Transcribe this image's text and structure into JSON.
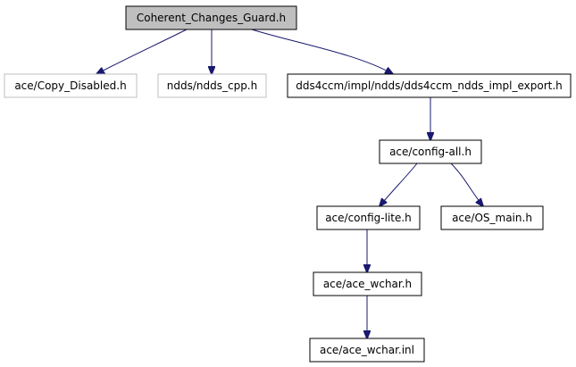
{
  "nodes": [
    {
      "id": "root",
      "label": "Coherent_Changes_Guard.h",
      "style": "root"
    },
    {
      "id": "copy_disabled",
      "label": "ace/Copy_Disabled.h",
      "style": "external"
    },
    {
      "id": "ndds_cpp",
      "label": "ndds/ndds_cpp.h",
      "style": "external"
    },
    {
      "id": "export",
      "label": "dds4ccm/impl/ndds/dds4ccm_ndds_impl_export.h",
      "style": "normal"
    },
    {
      "id": "config_all",
      "label": "ace/config-all.h",
      "style": "normal"
    },
    {
      "id": "config_lite",
      "label": "ace/config-lite.h",
      "style": "normal"
    },
    {
      "id": "os_main",
      "label": "ace/OS_main.h",
      "style": "normal"
    },
    {
      "id": "ace_wchar_h",
      "label": "ace/ace_wchar.h",
      "style": "normal"
    },
    {
      "id": "ace_wchar_inl",
      "label": "ace/ace_wchar.inl",
      "style": "normal"
    }
  ],
  "edges": [
    {
      "from": "root",
      "to": "copy_disabled"
    },
    {
      "from": "root",
      "to": "ndds_cpp"
    },
    {
      "from": "root",
      "to": "export"
    },
    {
      "from": "export",
      "to": "config_all"
    },
    {
      "from": "config_all",
      "to": "config_lite"
    },
    {
      "from": "config_all",
      "to": "os_main"
    },
    {
      "from": "config_lite",
      "to": "ace_wchar_h"
    },
    {
      "from": "ace_wchar_h",
      "to": "ace_wchar_inl"
    }
  ],
  "colors": {
    "root_fill": "#bfbfbf",
    "root_stroke": "#000000",
    "normal_stroke": "#000000",
    "external_stroke": "#bfbfbf",
    "edge": "#191970",
    "text": "#000000"
  }
}
